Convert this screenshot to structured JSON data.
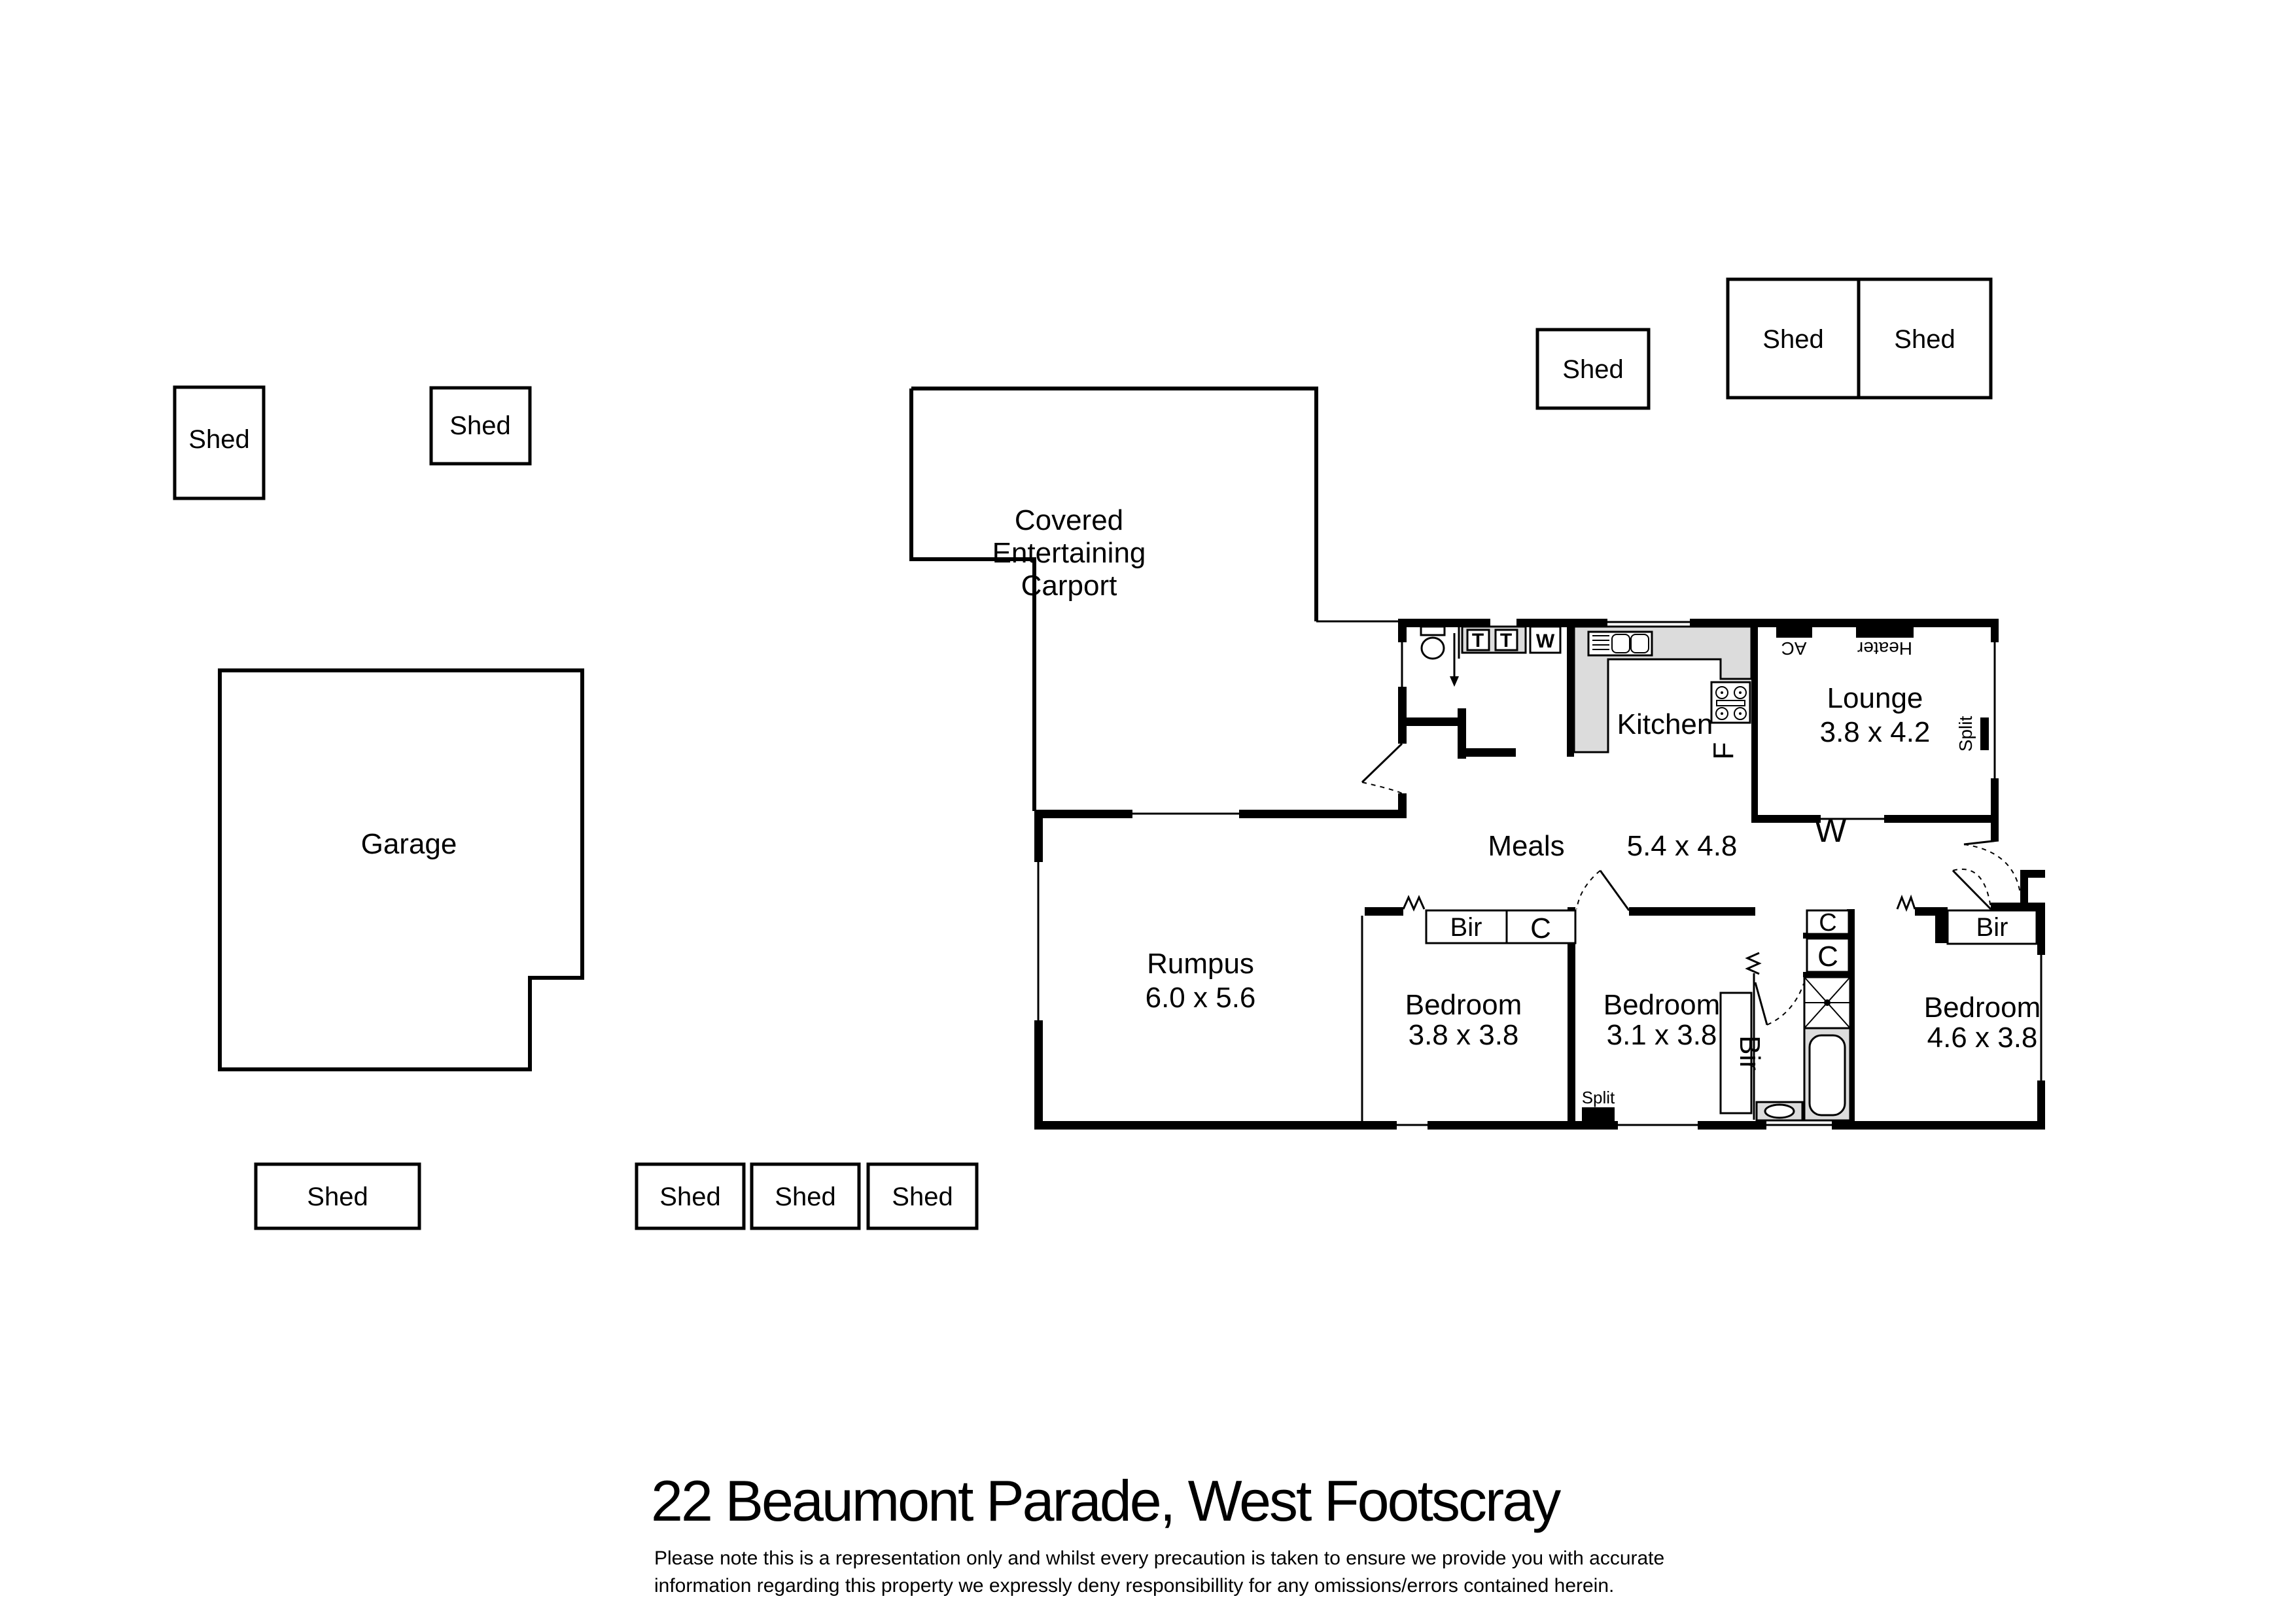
{
  "title": "22 Beaumont Parade, West Footscray",
  "disclaimer": {
    "line1": "Please note this is a representation only and whilst every precaution is taken to ensure we provide you with accurate",
    "line2": "information regarding this property we expressly deny responsibillity for any omissions/errors contained herein."
  },
  "outbuildings": {
    "shed_label": "Shed",
    "garage_label": "Garage",
    "carport_line1": "Covered",
    "carport_line2": "Entertaining",
    "carport_line3": "Carport"
  },
  "rooms": {
    "kitchen": {
      "name": "Kitchen"
    },
    "meals": {
      "name": "Meals",
      "dims": "5.4 x 4.8"
    },
    "lounge": {
      "name": "Lounge",
      "dims": "3.8 x 4.2"
    },
    "rumpus": {
      "name": "Rumpus",
      "dims": "6.0 x 5.6"
    },
    "bedroom1": {
      "name": "Bedroom",
      "dims": "3.8 x 3.8"
    },
    "bedroom2": {
      "name": "Bedroom",
      "dims": "3.1 x 3.8"
    },
    "bedroom3": {
      "name": "Bedroom",
      "dims": "4.6 x 3.8"
    }
  },
  "fixtures": {
    "trough": "T",
    "washer": "W",
    "window": "W",
    "fridge": "F",
    "ac": "AC",
    "heater": "Heater",
    "split": "Split",
    "robe": "Bir",
    "cupboard": "C"
  },
  "colors": {
    "wall": "#000000",
    "bench": "#dcdcdc",
    "background": "#ffffff"
  }
}
